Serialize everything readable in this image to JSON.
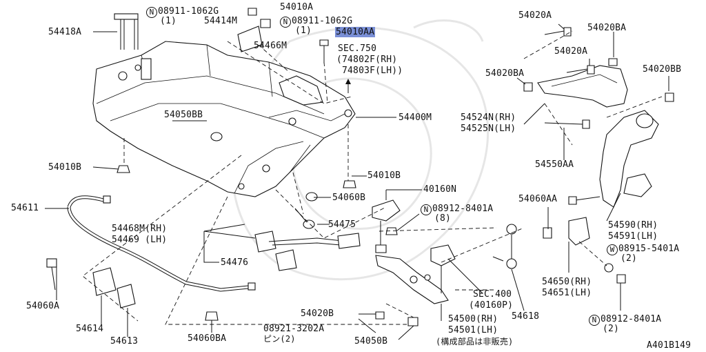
{
  "diagram": {
    "code": "A401B149",
    "labels": {
      "l_54418A": "54418A",
      "l_08911_1": "08911-1062G",
      "l_08911_1_qty": "(1)",
      "l_54010A": "54010A",
      "l_54414M": "54414M",
      "l_08911_2": "08911-1062G",
      "l_08911_2_qty": "(1)",
      "l_54010AA": "54010AA",
      "l_54466M": "54466M",
      "l_sec750": "SEC.750",
      "l_74802F": "(74802F(RH)",
      "l_74803F": "74803F(LH))",
      "l_54400M": "54400M",
      "l_54050BB": "54050BB",
      "l_54010B_a": "54010B",
      "l_54010B_b": "54010B",
      "l_54611": "54611",
      "l_54060B": "54060B",
      "l_40160N": "40160N",
      "l_54468M": "54468M(RH)",
      "l_54469": "54469 (LH)",
      "l_54475": "54475",
      "l_08912_1": "08912-8401A",
      "l_08912_1_qty": "(8)",
      "l_54476": "54476",
      "l_54060A": "54060A",
      "l_54614": "54614",
      "l_54613": "54613",
      "l_54060BA": "54060BA",
      "l_54020B": "54020B",
      "l_08921": "08921-3202A",
      "l_pin": "ピン(2)",
      "l_54050B": "54050B",
      "l_sec400": "SEC.400",
      "l_40160P": "(40160P)",
      "l_54500": "54500(RH)",
      "l_54501": "54501(LH)",
      "l_note": "(構成部品は非販売)",
      "l_54618": "54618",
      "l_54020A_1": "54020A",
      "l_54020BA_1": "54020BA",
      "l_54020A_2": "54020A",
      "l_54020BA_2": "54020BA",
      "l_54020BB": "54020BB",
      "l_54524N": "54524N(RH)",
      "l_54525N": "54525N(LH)",
      "l_54550AA": "54550AA",
      "l_54060AA": "54060AA",
      "l_54590": "54590(RH)",
      "l_54591": "54591(LH)",
      "l_08915": "08915-5401A",
      "l_08915_qty": "(2)",
      "l_54650": "54650(RH)",
      "l_54651": "54651(LH)",
      "l_08912_2": "08912-8401A",
      "l_08912_2_qty": "(2)"
    },
    "symbols": {
      "n": "N",
      "w": "W"
    }
  }
}
